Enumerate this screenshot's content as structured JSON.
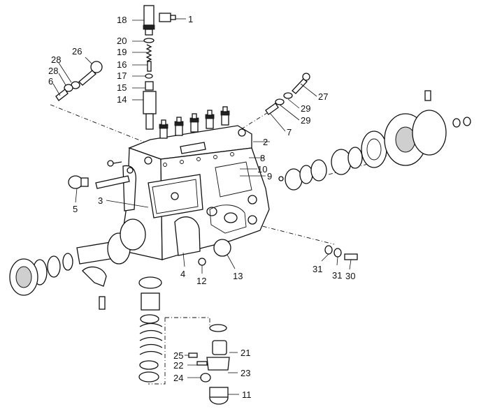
{
  "part_numbers": {
    "n1": "1",
    "n2": "2",
    "n3": "3",
    "n4": "4",
    "n5": "5",
    "n6": "6",
    "n7": "7",
    "n8": "8",
    "n9": "9",
    "n10": "10",
    "n11": "11",
    "n12": "12",
    "n13": "13",
    "n14": "14",
    "n15": "15",
    "n16": "16",
    "n17": "17",
    "n18": "18",
    "n19": "19",
    "n20": "20",
    "n21": "21",
    "n22": "22",
    "n23": "23",
    "n24": "24",
    "n25": "25",
    "n26": "26",
    "n27": "27",
    "n28a": "28",
    "n28b": "28",
    "n29a": "29",
    "n29b": "29",
    "n30": "30",
    "n31a": "31",
    "n31b": "31"
  },
  "colors": {
    "line": "#111111",
    "shade": "#cfcfcf",
    "background": "#ffffff"
  }
}
